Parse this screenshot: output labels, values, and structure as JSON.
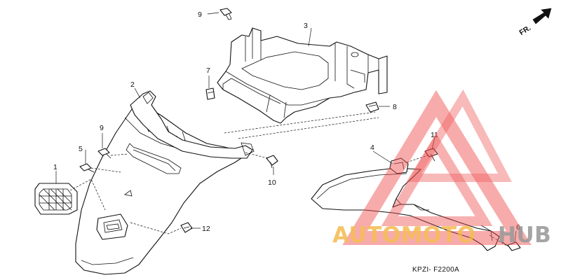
{
  "callouts": {
    "c1": "1",
    "c2": "2",
    "c3": "3",
    "c4": "4",
    "c5": "5",
    "c6": "6",
    "c7": "7",
    "c8": "8",
    "c9a": "9",
    "c9b": "9",
    "c10": "10",
    "c11": "11",
    "c12": "12"
  },
  "direction_label": "FR.",
  "diagram_code": "KPZI- F2200A",
  "watermark": {
    "text_a": "AUTOMOTO",
    "text_b": "HUB",
    "color_a": "#f2b33a",
    "color_b": "#8a8a8a",
    "triangle_color": "#ee4a4a"
  },
  "colors": {
    "line": "#111111",
    "paper": "#ffffff"
  }
}
